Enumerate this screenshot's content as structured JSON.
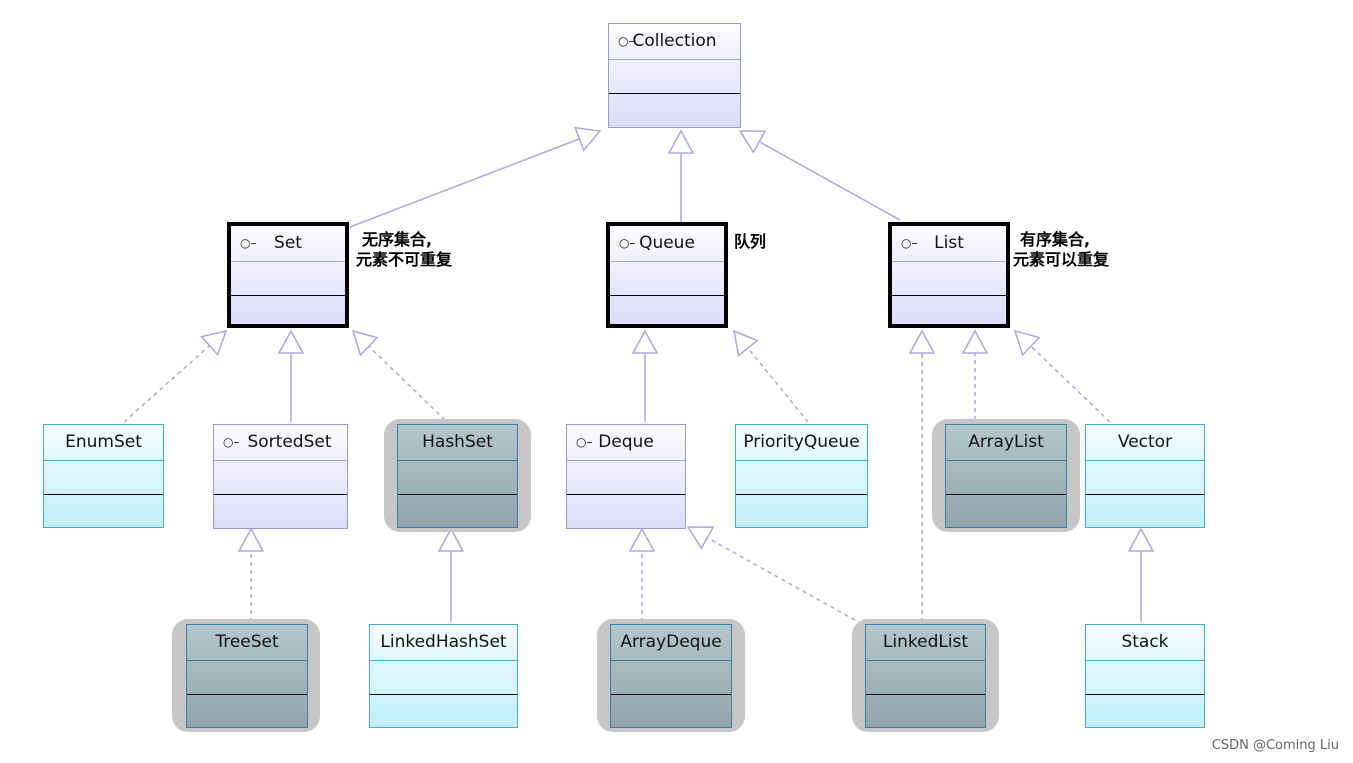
{
  "diagram": {
    "nodes": {
      "collection": {
        "name": "Collection",
        "icon": "interface-icon"
      },
      "set": {
        "name": "Set",
        "icon": "interface-icon"
      },
      "queue": {
        "name": "Queue",
        "icon": "interface-icon"
      },
      "list": {
        "name": "List",
        "icon": "interface-icon"
      },
      "enumset": {
        "name": "EnumSet"
      },
      "sortedset": {
        "name": "SortedSet",
        "icon": "interface-icon"
      },
      "hashset": {
        "name": "HashSet"
      },
      "deque": {
        "name": "Deque",
        "icon": "interface-icon"
      },
      "priorityqueue": {
        "name": "PriorityQueue"
      },
      "arraylist": {
        "name": "ArrayList"
      },
      "vector": {
        "name": "Vector"
      },
      "treeset": {
        "name": "TreeSet"
      },
      "linkedhashset": {
        "name": "LinkedHashSet"
      },
      "arraydeque": {
        "name": "ArrayDeque"
      },
      "linkedlist": {
        "name": "LinkedList"
      },
      "stack": {
        "name": "Stack"
      }
    },
    "annotations": {
      "set_line1": "无序集合,",
      "set_line2": "元素不可重复",
      "queue": "队列",
      "list_line1": "有序集合,",
      "list_line2": "元素可以重复"
    },
    "watermark": "CSDN @Coming Liu",
    "colors": {
      "interface_fill": "#dcdcfa",
      "interface_border": "#9a9ad6",
      "class_fill": "#bfeef8",
      "class_border": "#48aed4",
      "implementation_fill": "#8fa5ab",
      "halo": "#c6c6c6",
      "edge": "#a9a9de"
    }
  }
}
